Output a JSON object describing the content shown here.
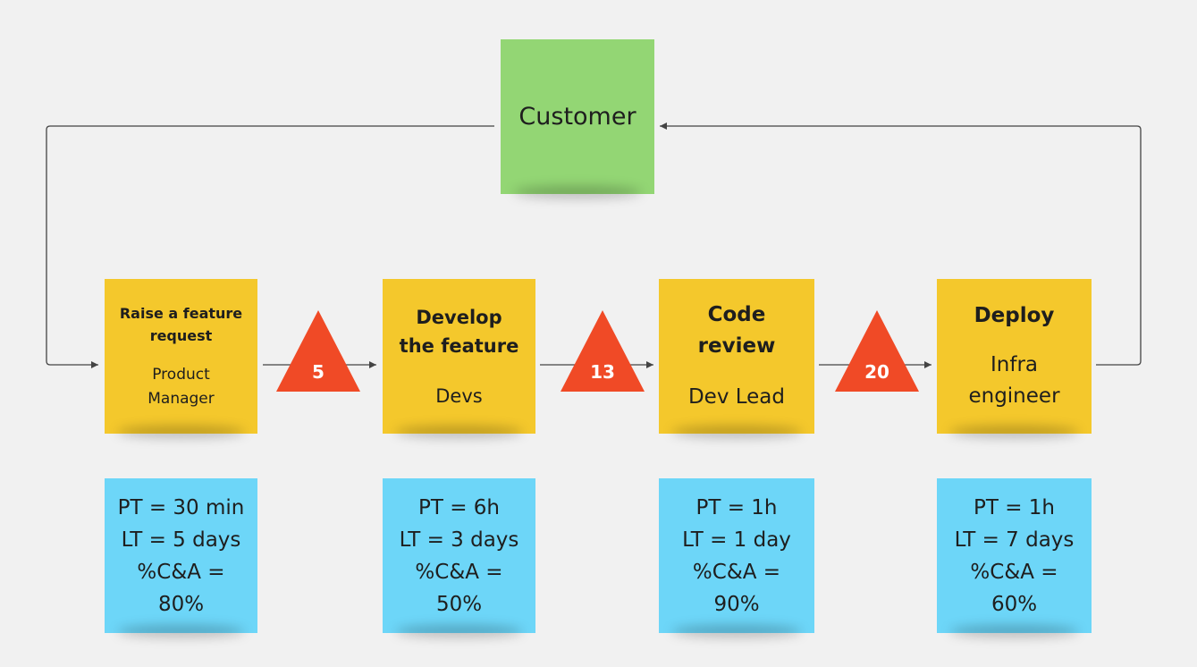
{
  "customer": {
    "label": "Customer"
  },
  "process_steps": [
    {
      "title": "Raise a feature request",
      "role_lines": [
        "Product",
        "Manager"
      ]
    },
    {
      "title_lines": [
        "Develop",
        "the feature"
      ],
      "role_lines": [
        "Devs"
      ]
    },
    {
      "title_lines": [
        "Code",
        "review"
      ],
      "role_lines": [
        "Dev Lead"
      ]
    },
    {
      "title_lines": [
        "Deploy"
      ],
      "role_lines": [
        "Infra",
        "engineer"
      ]
    }
  ],
  "inventories": [
    "5",
    "13",
    "20"
  ],
  "metrics": [
    [
      "PT = 30 min",
      "LT = 5 days",
      "%C&A =",
      "80%"
    ],
    [
      "PT = 6h",
      "LT = 3 days",
      "%C&A =",
      "50%"
    ],
    [
      "PT = 1h",
      "LT = 1 day",
      "%C&A =",
      "90%"
    ],
    [
      "PT = 1h",
      "LT = 7 days",
      "%C&A =",
      "60%"
    ]
  ],
  "colors": {
    "process_sticky": "#f4c82c",
    "customer_sticky": "#93d674",
    "metric_sticky": "#6dd6f8",
    "inventory_triangle": "#f04a26",
    "connector": "#444444"
  }
}
